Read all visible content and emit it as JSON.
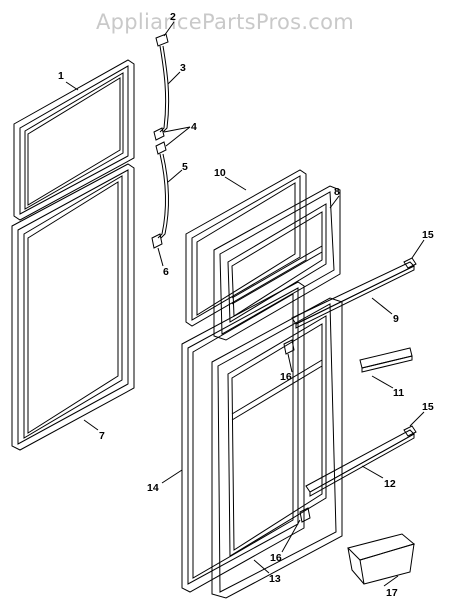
{
  "watermark": "AppliancePartsPros.com",
  "callouts": [
    "1",
    "2",
    "3",
    "4",
    "5",
    "6",
    "7",
    "8",
    "9",
    "10",
    "11",
    "12",
    "13",
    "14",
    "15",
    "15",
    "16",
    "16",
    "17"
  ]
}
